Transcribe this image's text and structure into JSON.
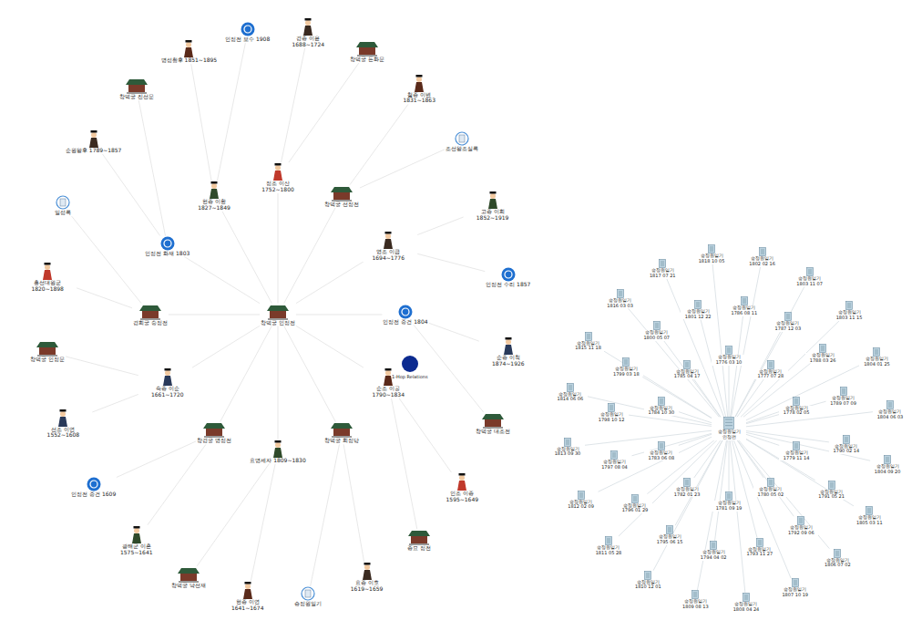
{
  "diagram": {
    "nodes": [
      {
        "text": [
          "창덕궁 인정전"
        ]
      },
      {
        "text": [
          "정조 이산 1752~1800"
        ]
      },
      {
        "text": [
          "창덕궁 선정전"
        ]
      },
      {
        "text": [
          "영조 이금 1694~1776"
        ]
      },
      {
        "text": [
          "인정전 중건 1804"
        ]
      },
      {
        "text": [
          "순조 이공 1790~1834"
        ]
      },
      {
        "text": [
          "창덕궁 희정당"
        ]
      },
      {
        "text": [
          "효명세자 1809~1830"
        ]
      },
      {
        "text": [
          "창경궁 명정전"
        ]
      },
      {
        "text": [
          "숙종 이순 1661~1720"
        ]
      },
      {
        "text": [
          "경희궁 숭정전"
        ]
      },
      {
        "text": [
          "인정전 화재 1803"
        ]
      },
      {
        "text": [
          "헌종 이환 1827~1849"
        ]
      },
      {
        "text": [
          "경종 이윤 1688~1724"
        ]
      },
      {
        "text": [
          "창덕궁 돈화문"
        ]
      },
      {
        "text": [
          "철종 이변 1831~1863"
        ]
      },
      {
        "text": [
          "조선왕조실록"
        ]
      },
      {
        "text": [
          "고종 이희 1852~1919"
        ]
      },
      {
        "text": [
          "인정전 수리 1857"
        ]
      },
      {
        "text": [
          "순종 이척 1874~1926"
        ]
      },
      {
        "text": [
          "창덕궁 대조전"
        ]
      },
      {
        "text": [
          "인조 이종 1595~1649"
        ]
      },
      {
        "text": [
          "종묘 정전"
        ]
      },
      {
        "text": [
          "효종 이호 1619~1659"
        ]
      },
      {
        "text": [
          "승정원일기"
        ]
      },
      {
        "text": [
          "현종 이연 1641~1674"
        ]
      },
      {
        "text": [
          "창덕궁 낙선재"
        ]
      },
      {
        "text": [
          "광해군 이혼 1575~1641"
        ]
      },
      {
        "text": [
          "인정전 중건 1609"
        ]
      },
      {
        "text": [
          "선조 이연 1552~1608"
        ]
      },
      {
        "text": [
          "창덕궁 인정문"
        ]
      },
      {
        "text": [
          "흥선대원군 1820~1898"
        ]
      },
      {
        "text": [
          "일성록"
        ]
      },
      {
        "text": [
          "순원왕후 1789~1857"
        ]
      },
      {
        "text": [
          "창덕궁 진선문"
        ]
      },
      {
        "text": [
          "명성황후 1851~1895"
        ]
      },
      {
        "text": [
          "인정전 보수 1908"
        ]
      },
      {
        "text": [
          "승정원일기 인정전"
        ]
      },
      {
        "text": [
          "승정원일기 1776 03 10"
        ]
      },
      {
        "text": [
          "승정원일기 1777 07 28"
        ]
      },
      {
        "text": [
          "승정원일기 1778 02 05"
        ]
      },
      {
        "text": [
          "승정원일기 1779 11 14"
        ]
      },
      {
        "text": [
          "승정원일기 1780 05 02"
        ]
      },
      {
        "text": [
          "승정원일기 1781 09 19"
        ]
      },
      {
        "text": [
          "승정원일기 1782 01 23"
        ]
      },
      {
        "text": [
          "승정원일기 1783 06 08"
        ]
      },
      {
        "text": [
          "승정원일기 1784 10 30"
        ]
      },
      {
        "text": [
          "승정원일기 1785 04 17"
        ]
      },
      {
        "text": [
          "승정원일기 1786 08 11"
        ]
      },
      {
        "text": [
          "승정원일기 1787 12 03"
        ]
      },
      {
        "text": [
          "승정원일기 1788 03 26"
        ]
      },
      {
        "text": [
          "승정원일기 1789 07 09"
        ]
      },
      {
        "text": [
          "승정원일기 1790 02 14"
        ]
      },
      {
        "text": [
          "승정원일기 1791 05 21"
        ]
      },
      {
        "text": [
          "승정원일기 1792 09 06"
        ]
      },
      {
        "text": [
          "승정원일기 1793 11 27"
        ]
      },
      {
        "text": [
          "승정원일기 1794 04 02"
        ]
      },
      {
        "text": [
          "승정원일기 1795 06 15"
        ]
      },
      {
        "text": [
          "승정원일기 1796 01 29"
        ]
      },
      {
        "text": [
          "승정원일기 1797 08 04"
        ]
      },
      {
        "text": [
          "승정원일기 1798 10 12"
        ]
      },
      {
        "text": [
          "승정원일기 1799 03 18"
        ]
      },
      {
        "text": [
          "승정원일기 1800 05 07"
        ]
      },
      {
        "text": [
          "승정원일기 1801 12 22"
        ]
      },
      {
        "text": [
          "승정원일기 1802 02 16"
        ]
      },
      {
        "text": [
          "승정원일기 1803 11 07"
        ]
      },
      {
        "text": [
          "승정원일기 1803 11 15"
        ]
      },
      {
        "text": [
          "승정원일기 1804 01 25"
        ]
      },
      {
        "text": [
          "승정원일기 1804 06 03"
        ]
      },
      {
        "text": [
          "승정원일기 1804 09 20"
        ]
      },
      {
        "text": [
          "승정원일기 1805 03 11"
        ]
      },
      {
        "text": [
          "승정원일기 1806 07 02"
        ]
      },
      {
        "text": [
          "승정원일기 1807 10 19"
        ]
      },
      {
        "text": [
          "승정원일기 1808 04 24"
        ]
      },
      {
        "text": [
          "승정원일기 1809 08 13"
        ]
      },
      {
        "text": [
          "승정원일기 1810 12 01"
        ]
      },
      {
        "text": [
          "승정원일기 1811 05 28"
        ]
      },
      {
        "text": [
          "승정원일기 1812 02 09"
        ]
      },
      {
        "text": [
          "승정원일기 1813 09 30"
        ]
      },
      {
        "text": [
          "승정원일기 1814 06 06"
        ]
      },
      {
        "text": [
          "승정원일기 1815 11 18"
        ]
      },
      {
        "text": [
          "승정원일기 1816 03 03"
        ]
      },
      {
        "text": [
          "승정원일기 1817 07 21"
        ]
      },
      {
        "text": [
          "승정원일기 1818 10 05"
        ]
      }
    ],
    "edges": [
      {
        "from": 0,
        "to": 1,
        "arrow": "none"
      },
      {
        "from": 0,
        "to": 2,
        "arrow": "none"
      },
      {
        "from": 0,
        "to": 3,
        "arrow": "none"
      },
      {
        "from": 0,
        "to": 4,
        "arrow": "none"
      },
      {
        "from": 0,
        "to": 5,
        "arrow": "none"
      },
      {
        "from": 0,
        "to": 6,
        "arrow": "none"
      },
      {
        "from": 0,
        "to": 7,
        "arrow": "none"
      },
      {
        "from": 0,
        "to": 8,
        "arrow": "none"
      },
      {
        "from": 0,
        "to": 9,
        "arrow": "none"
      },
      {
        "from": 0,
        "to": 10,
        "arrow": "none"
      },
      {
        "from": 0,
        "to": 11,
        "arrow": "none"
      },
      {
        "from": 0,
        "to": 12,
        "arrow": "none"
      },
      {
        "from": 1,
        "to": 13,
        "arrow": "none"
      },
      {
        "from": 1,
        "to": 14,
        "arrow": "none"
      },
      {
        "from": 2,
        "to": 15,
        "arrow": "none"
      },
      {
        "from": 2,
        "to": 16,
        "arrow": "none"
      },
      {
        "from": 3,
        "to": 17,
        "arrow": "none"
      },
      {
        "from": 3,
        "to": 18,
        "arrow": "none"
      },
      {
        "from": 4,
        "to": 19,
        "arrow": "none"
      },
      {
        "from": 4,
        "to": 20,
        "arrow": "none"
      },
      {
        "from": 5,
        "to": 21,
        "arrow": "none"
      },
      {
        "from": 5,
        "to": 22,
        "arrow": "none"
      },
      {
        "from": 6,
        "to": 23,
        "arrow": "none"
      },
      {
        "from": 6,
        "to": 24,
        "arrow": "none"
      },
      {
        "from": 7,
        "to": 25,
        "arrow": "none"
      },
      {
        "from": 7,
        "to": 26,
        "arrow": "none"
      },
      {
        "from": 8,
        "to": 27,
        "arrow": "none"
      },
      {
        "from": 8,
        "to": 28,
        "arrow": "none"
      },
      {
        "from": 9,
        "to": 29,
        "arrow": "none"
      },
      {
        "from": 9,
        "to": 30,
        "arrow": "none"
      },
      {
        "from": 10,
        "to": 31,
        "arrow": "none"
      },
      {
        "from": 10,
        "to": 32,
        "arrow": "none"
      },
      {
        "from": 11,
        "to": 33,
        "arrow": "none"
      },
      {
        "from": 11,
        "to": 34,
        "arrow": "none"
      },
      {
        "from": 12,
        "to": 35,
        "arrow": "none"
      },
      {
        "from": 12,
        "to": 36,
        "arrow": "none"
      },
      {
        "from": 37,
        "to": 38,
        "arrow": "none"
      },
      {
        "from": 37,
        "to": 39,
        "arrow": "none"
      },
      {
        "from": 37,
        "to": 40,
        "arrow": "none"
      },
      {
        "from": 37,
        "to": 41,
        "arrow": "none"
      },
      {
        "from": 37,
        "to": 42,
        "arrow": "none"
      },
      {
        "from": 37,
        "to": 43,
        "arrow": "none"
      },
      {
        "from": 37,
        "to": 44,
        "arrow": "none"
      },
      {
        "from": 37,
        "to": 45,
        "arrow": "none"
      },
      {
        "from": 37,
        "to": 46,
        "arrow": "none"
      },
      {
        "from": 37,
        "to": 47,
        "arrow": "none"
      },
      {
        "from": 37,
        "to": 48,
        "arrow": "none"
      },
      {
        "from": 37,
        "to": 49,
        "arrow": "none"
      },
      {
        "from": 37,
        "to": 50,
        "arrow": "none"
      },
      {
        "from": 37,
        "to": 51,
        "arrow": "none"
      },
      {
        "from": 37,
        "to": 52,
        "arrow": "none"
      },
      {
        "from": 37,
        "to": 53,
        "arrow": "none"
      },
      {
        "from": 37,
        "to": 54,
        "arrow": "none"
      },
      {
        "from": 37,
        "to": 55,
        "arrow": "none"
      },
      {
        "from": 37,
        "to": 56,
        "arrow": "none"
      },
      {
        "from": 37,
        "to": 57,
        "arrow": "none"
      },
      {
        "from": 37,
        "to": 58,
        "arrow": "none"
      },
      {
        "from": 37,
        "to": 59,
        "arrow": "none"
      },
      {
        "from": 37,
        "to": 60,
        "arrow": "none"
      },
      {
        "from": 37,
        "to": 61,
        "arrow": "none"
      },
      {
        "from": 37,
        "to": 62,
        "arrow": "none"
      },
      {
        "from": 37,
        "to": 63,
        "arrow": "none"
      },
      {
        "from": 37,
        "to": 64,
        "arrow": "none"
      },
      {
        "from": 37,
        "to": 65,
        "arrow": "none"
      },
      {
        "from": 37,
        "to": 66,
        "arrow": "none"
      },
      {
        "from": 37,
        "to": 67,
        "arrow": "none"
      },
      {
        "from": 37,
        "to": 68,
        "arrow": "none"
      },
      {
        "from": 37,
        "to": 69,
        "arrow": "none"
      },
      {
        "from": 37,
        "to": 70,
        "arrow": "none"
      },
      {
        "from": 37,
        "to": 71,
        "arrow": "none"
      },
      {
        "from": 37,
        "to": 72,
        "arrow": "none"
      },
      {
        "from": 37,
        "to": 73,
        "arrow": "none"
      },
      {
        "from": 37,
        "to": 74,
        "arrow": "none"
      },
      {
        "from": 37,
        "to": 75,
        "arrow": "none"
      },
      {
        "from": 37,
        "to": 76,
        "arrow": "none"
      },
      {
        "from": 37,
        "to": 77,
        "arrow": "none"
      },
      {
        "from": 37,
        "to": 78,
        "arrow": "none"
      },
      {
        "from": 37,
        "to": 79,
        "arrow": "none"
      },
      {
        "from": 37,
        "to": 80,
        "arrow": "none"
      },
      {
        "from": 37,
        "to": 81,
        "arrow": "none"
      },
      {
        "from": 37,
        "to": 82,
        "arrow": "none"
      },
      {
        "from": 37,
        "to": 83,
        "arrow": "none"
      }
    ],
    "legend": [
      {
        "text": "1-Hop Relations",
        "color": "#0b2a8f"
      }
    ]
  }
}
